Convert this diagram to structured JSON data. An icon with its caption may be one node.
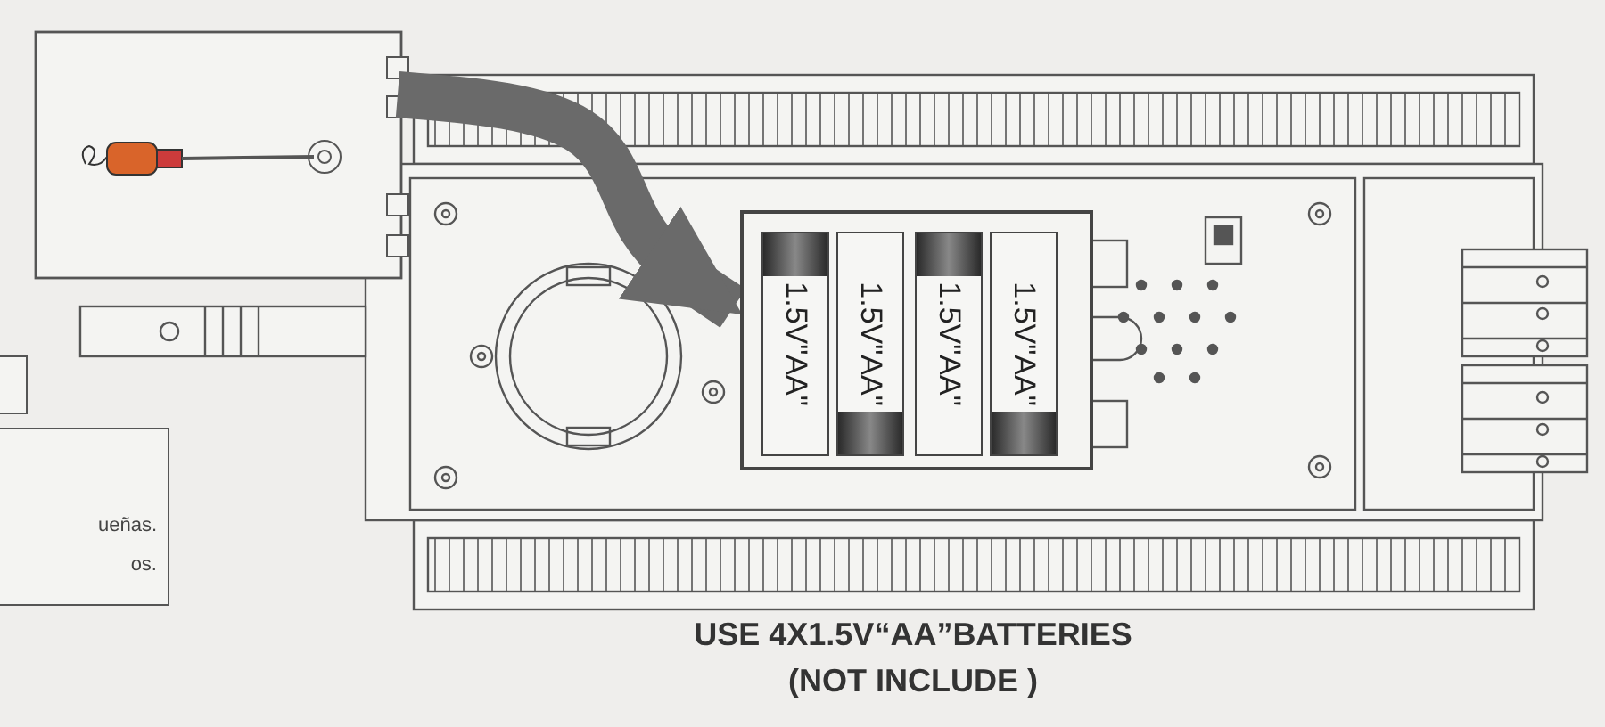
{
  "diagram": {
    "nodes": [
      {
        "text": [],
        "shape": "picture"
      },
      {
        "text": [],
        "shape": "box"
      },
      {
        "text": [
          "1.5V\"AA\""
        ],
        "in": 1
      },
      {
        "text": [
          "1.5V\"AA\""
        ],
        "in": 1
      },
      {
        "text": [
          "1.5V\"AA\""
        ],
        "in": 1
      },
      {
        "text": [
          "1.5V\"AA\""
        ],
        "in": 1
      },
      {
        "text": [
          "ueñas.",
          "os."
        ]
      }
    ],
    "edges": [
      {
        "from": 0,
        "to": 1,
        "arrow": "to"
      }
    ],
    "labels": [
      "USE 4X1.5V“AA”BATTERIES",
      "(NOT INCLUDE )"
    ]
  }
}
